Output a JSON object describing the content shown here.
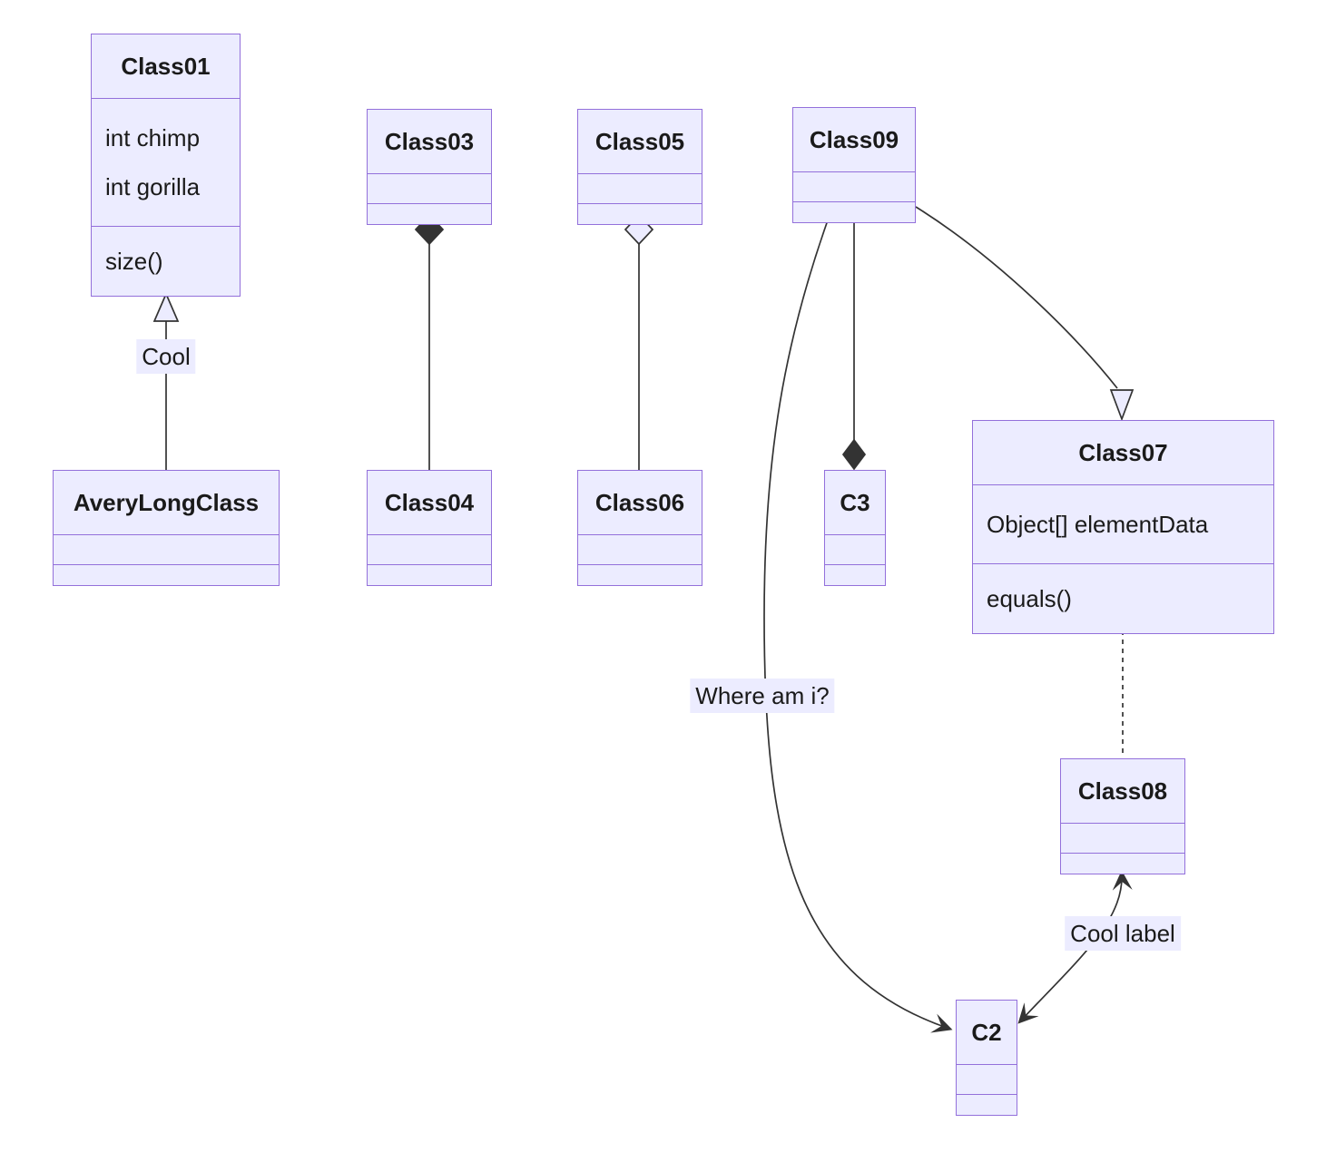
{
  "diagram": {
    "type": "uml-class-diagram",
    "classes": [
      {
        "id": "Class01",
        "title": "Class01",
        "attributes": [
          "int chimp",
          "int gorilla"
        ],
        "methods": [
          "size()"
        ]
      },
      {
        "id": "AveryLongClass",
        "title": "AveryLongClass",
        "attributes": [],
        "methods": []
      },
      {
        "id": "Class03",
        "title": "Class03",
        "attributes": [],
        "methods": []
      },
      {
        "id": "Class04",
        "title": "Class04",
        "attributes": [],
        "methods": []
      },
      {
        "id": "Class05",
        "title": "Class05",
        "attributes": [],
        "methods": []
      },
      {
        "id": "Class06",
        "title": "Class06",
        "attributes": [],
        "methods": []
      },
      {
        "id": "Class09",
        "title": "Class09",
        "attributes": [],
        "methods": []
      },
      {
        "id": "C3",
        "title": "C3",
        "attributes": [],
        "methods": []
      },
      {
        "id": "Class07",
        "title": "Class07",
        "attributes": [
          "Object[] elementData"
        ],
        "methods": [
          "equals()"
        ]
      },
      {
        "id": "Class08",
        "title": "Class08",
        "attributes": [],
        "methods": []
      },
      {
        "id": "C2",
        "title": "C2",
        "attributes": [],
        "methods": []
      }
    ],
    "edges": [
      {
        "from": "AveryLongClass",
        "to": "Class01",
        "type": "inheritance",
        "label": "Cool"
      },
      {
        "from": "Class03",
        "to": "Class04",
        "type": "composition",
        "label": ""
      },
      {
        "from": "Class05",
        "to": "Class06",
        "type": "aggregation",
        "label": ""
      },
      {
        "from": "Class09",
        "to": "C3",
        "type": "composition",
        "label": ""
      },
      {
        "from": "Class09",
        "to": "Class07",
        "type": "inheritance",
        "label": ""
      },
      {
        "from": "Class09",
        "to": "C2",
        "type": "arrow",
        "label": "Where am i?"
      },
      {
        "from": "Class07",
        "to": "Class08",
        "type": "dashed-link",
        "label": ""
      },
      {
        "from": "C2",
        "to": "Class08",
        "type": "bidirectional-arrow",
        "label": "Cool label"
      }
    ],
    "colors": {
      "node_fill": "#ECECFF",
      "node_border": "#9370DB",
      "edge_line": "#333333",
      "text": "#1a1a1a",
      "label_background": "#ECECFF",
      "background": "#ffffff"
    }
  }
}
